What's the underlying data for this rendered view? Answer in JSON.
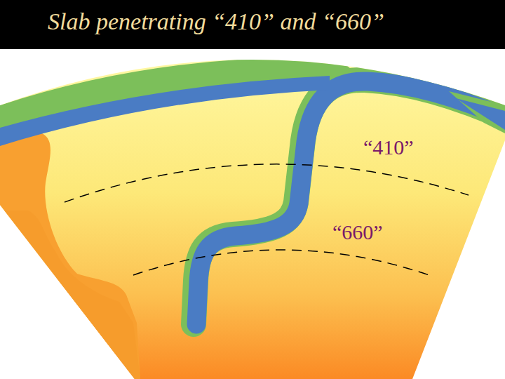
{
  "diagram": {
    "title": "Slab penetrating “410” and “660”",
    "labels": [
      "“410”",
      "“660”"
    ]
  }
}
